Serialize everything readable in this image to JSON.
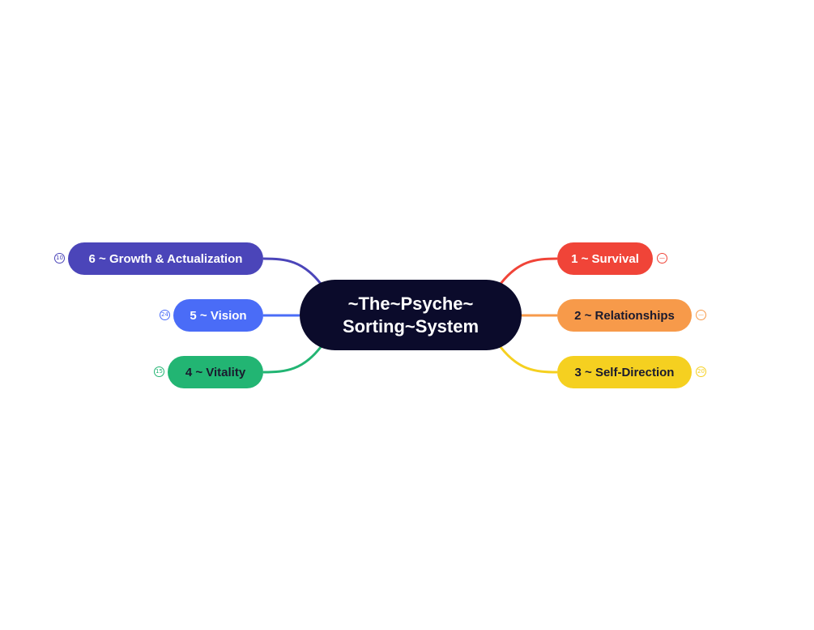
{
  "central_topic": {
    "line1": "~The~Psyche~",
    "line2": "Sorting~System",
    "color": "#0b0b2b"
  },
  "branches": [
    {
      "label": "1 ~ Survival",
      "color": "#f04438",
      "text_color": "#ffffff",
      "badge": "—",
      "side": "right"
    },
    {
      "label": "2 ~ Relationships",
      "color": "#f79a4a",
      "text_color": "#1a1a2e",
      "badge": "—",
      "side": "right"
    },
    {
      "label": "3 ~ Self-Direction",
      "color": "#f5d020",
      "text_color": "#1a1a2e",
      "badge": "20",
      "side": "right"
    },
    {
      "label": "4 ~ Vitality",
      "color": "#22b573",
      "text_color": "#1a1a2e",
      "badge": "15",
      "side": "left"
    },
    {
      "label": "5 ~ Vision",
      "color": "#4a6cf7",
      "text_color": "#ffffff",
      "badge": "24",
      "side": "left"
    },
    {
      "label": "6 ~ Growth & Actualization",
      "color": "#4b45b9",
      "text_color": "#ffffff",
      "badge": "10",
      "side": "left"
    }
  ]
}
